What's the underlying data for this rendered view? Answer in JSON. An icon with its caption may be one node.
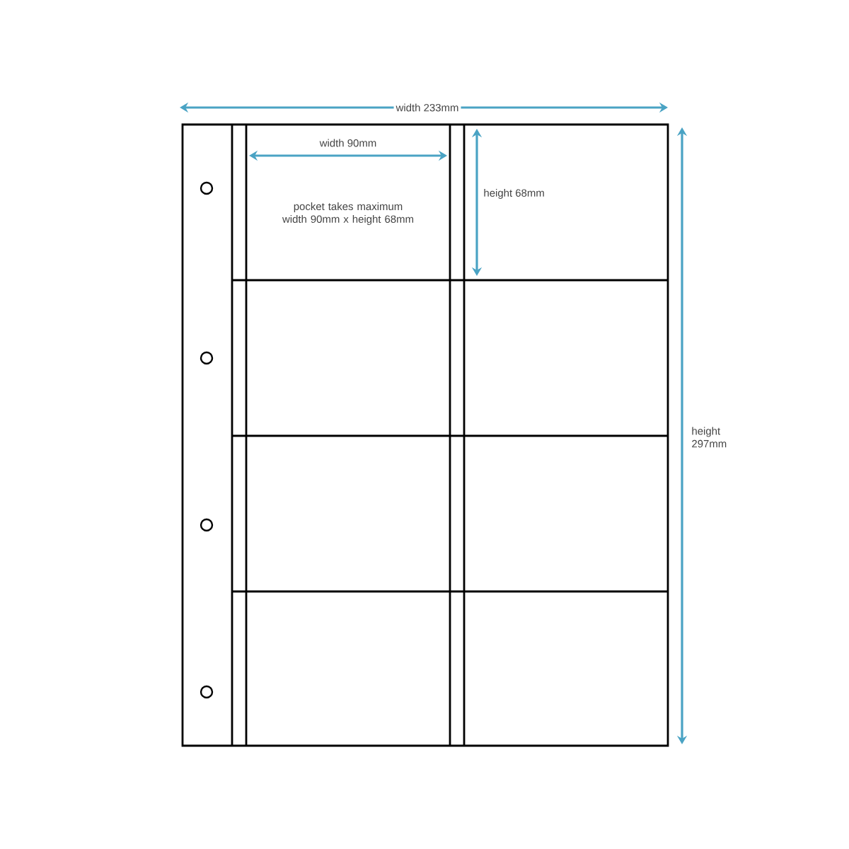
{
  "diagram": {
    "labels": [
      "width 233mm",
      "width 90mm",
      "pocket takes maximum width 90mm x height 68mm",
      "height 68mm",
      "height 297mm"
    ]
  }
}
